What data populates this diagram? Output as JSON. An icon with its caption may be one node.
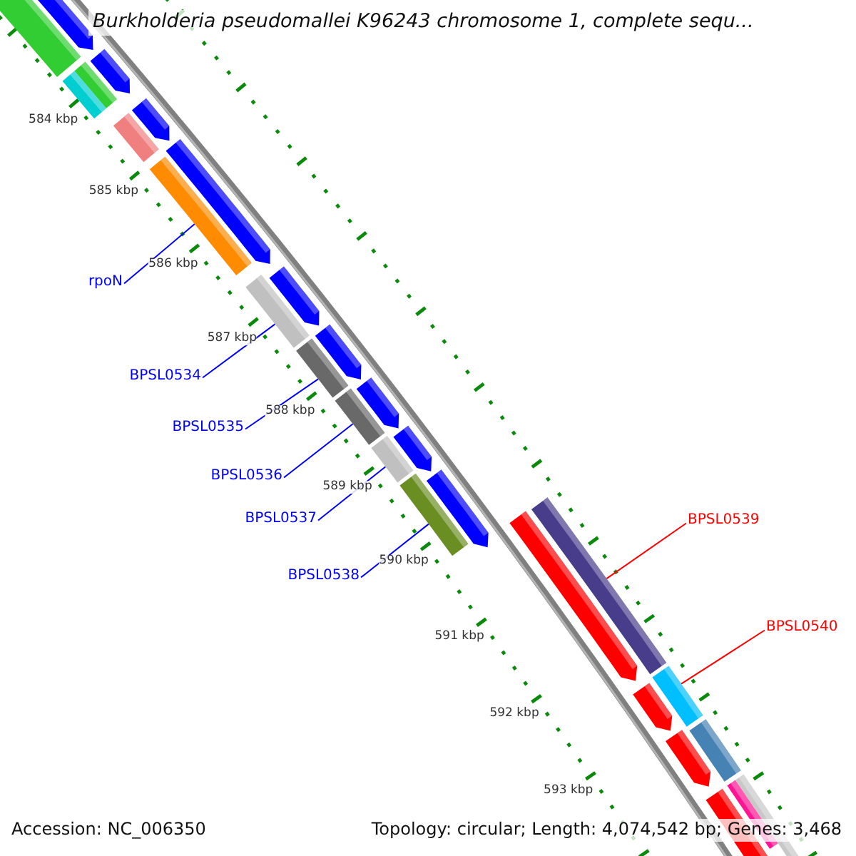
{
  "diagram": {
    "title": "Burkholderia pseudomallei K96243 chromosome 1, complete sequ...",
    "nodes": [
      {
        "text": [
          "rpoN"
        ]
      },
      {
        "text": [],
        "shape": "bar"
      },
      {
        "text": [
          "BPSL0534"
        ]
      },
      {
        "text": [],
        "shape": "bar"
      },
      {
        "text": [
          "BPSL0535"
        ]
      },
      {
        "text": [],
        "shape": "bar"
      },
      {
        "text": [
          "BPSL0536"
        ]
      },
      {
        "text": [],
        "shape": "bar"
      },
      {
        "text": [
          "BPSL0537"
        ]
      },
      {
        "text": [],
        "shape": "bar"
      },
      {
        "text": [
          "BPSL0538"
        ]
      },
      {
        "text": [],
        "shape": "bar"
      },
      {
        "text": [
          "BPSL0539"
        ]
      },
      {
        "text": [],
        "shape": "bar"
      },
      {
        "text": [
          "BPSL0540"
        ]
      },
      {
        "text": [],
        "shape": "bar"
      }
    ],
    "edges": [
      {
        "from": 0,
        "to": 1,
        "arrow": "none"
      },
      {
        "from": 2,
        "to": 3,
        "arrow": "none"
      },
      {
        "from": 4,
        "to": 5,
        "arrow": "none"
      },
      {
        "from": 6,
        "to": 7,
        "arrow": "none"
      },
      {
        "from": 8,
        "to": 9,
        "arrow": "none"
      },
      {
        "from": 10,
        "to": 11,
        "arrow": "none"
      },
      {
        "from": 12,
        "to": 13,
        "arrow": "none",
        "color": "#ff0000"
      },
      {
        "from": 14,
        "to": 15,
        "arrow": "none",
        "color": "#ff0000"
      }
    ],
    "labels": [
      "584 kbp",
      "585 kbp",
      "586 kbp",
      "587 kbp",
      "588 kbp",
      "589 kbp",
      "590 kbp",
      "591 kbp",
      "592 kbp",
      "593 kbp",
      "Accession: NC_006350",
      "Topology: circular; Length: 4,074,542 bp; Genes: 3,468"
    ]
  }
}
